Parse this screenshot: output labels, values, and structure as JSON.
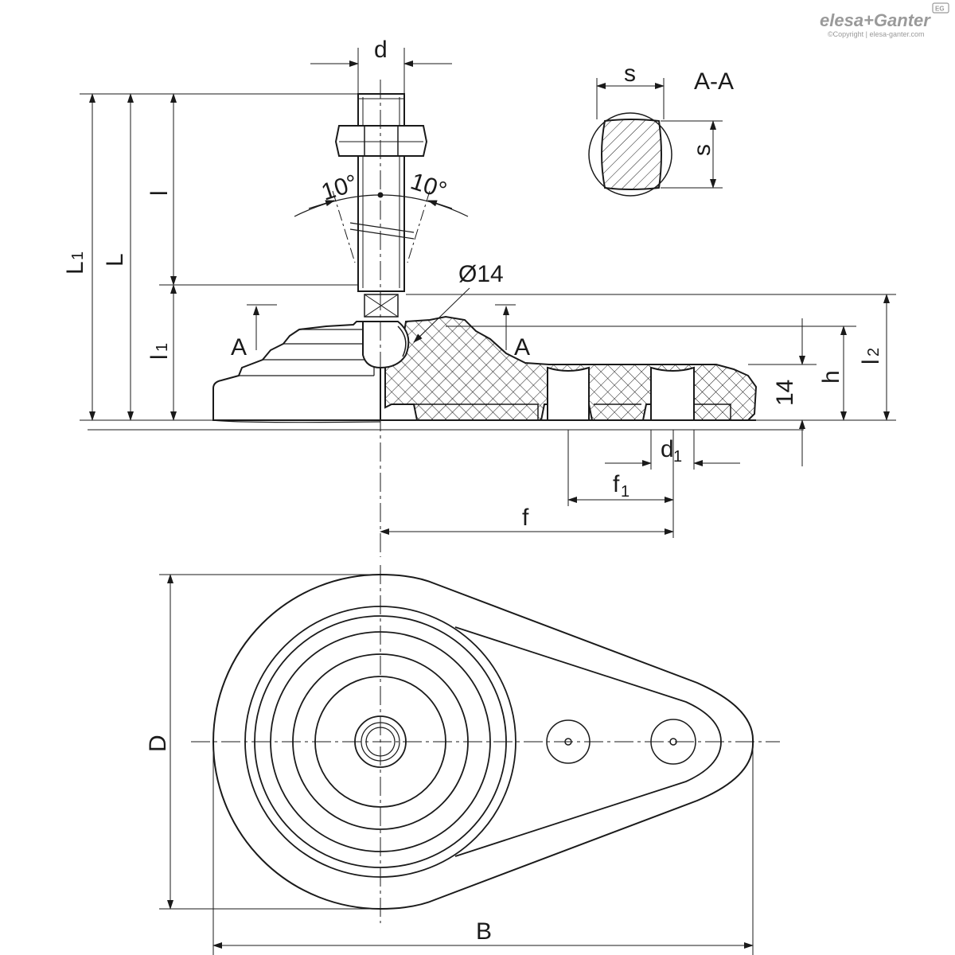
{
  "logo": {
    "text": "elesa+Ganter",
    "badge": "EG",
    "copyright": "©Copyright | elesa-ganter.com"
  },
  "labels": {
    "d": "d",
    "s_top": "s",
    "s_side": "s",
    "section": "A-A",
    "angle_left": "10°",
    "angle_right": "10°",
    "diameter14": "Ø14",
    "l": "l",
    "L": "L",
    "L1": "L",
    "L1_sub": "1",
    "l1": "l",
    "l1_sub": "1",
    "A_left": "A",
    "A_right": "A",
    "h": "h",
    "l2": "l",
    "l2_sub": "2",
    "dim14": "14",
    "d1": "d",
    "d1_sub": "1",
    "f1": "f",
    "f1_sub": "1",
    "f": "f",
    "D": "D",
    "B": "B"
  },
  "colors": {
    "line": "#1a1a1a",
    "logo": "#9a9a9a"
  }
}
